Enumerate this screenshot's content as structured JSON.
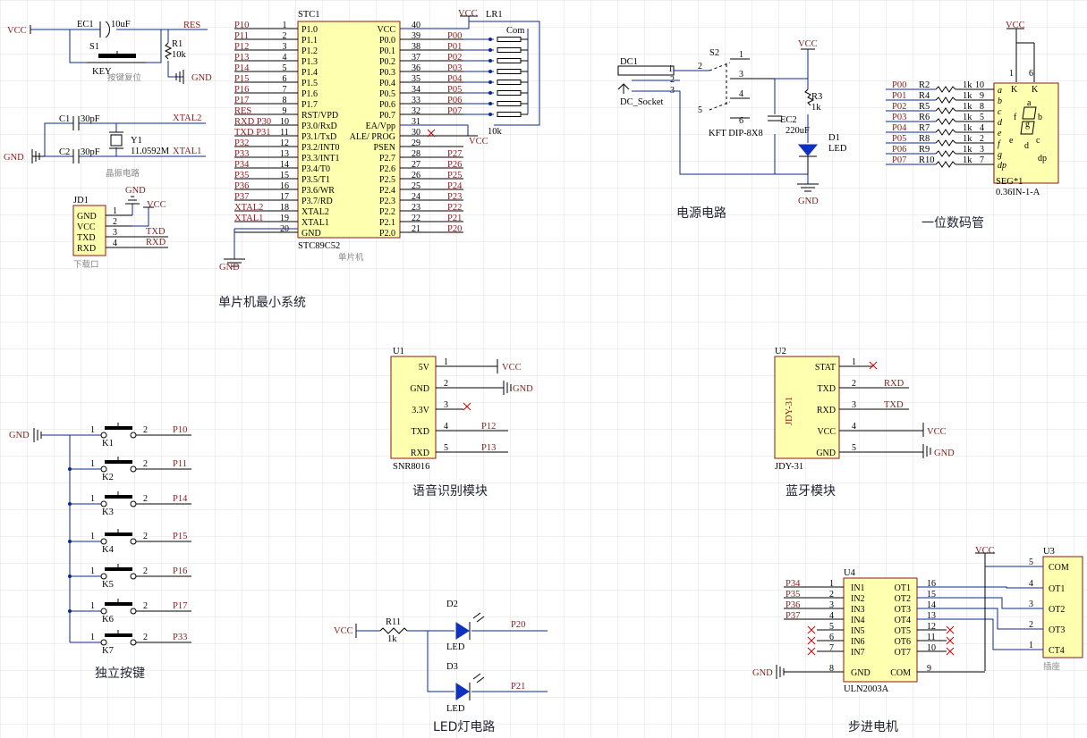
{
  "titles": {
    "mcu_system": "单片机最小系统",
    "power": "电源电路",
    "seg": "一位数码管",
    "voice": "语音识别模块",
    "bt": "蓝牙模块",
    "keys": "独立按键",
    "led": "LED灯电路",
    "stepper": "步进电机"
  },
  "reset": {
    "ec1": "EC1",
    "ec1_val": "10uF",
    "s1": "S1",
    "key": "KEY",
    "r1": "R1",
    "r1_val": "10k",
    "net_res": "RES",
    "caption": "按键复位",
    "vcc": "VCC",
    "gnd": "GND"
  },
  "crystal": {
    "c1": "C1",
    "c1_val": "30pF",
    "c2": "C2",
    "c2_val": "30pF",
    "y1": "Y1",
    "y1_val": "11.0592M",
    "xtal2": "XTAL2",
    "xtal1": "XTAL1",
    "gnd": "GND",
    "caption": "晶振电路"
  },
  "jd1": {
    "ref": "JD1",
    "pins": [
      "GND",
      "VCC",
      "TXD",
      "RXD"
    ],
    "nums": [
      "1",
      "2",
      "3",
      "4"
    ],
    "nets": [
      "TXD",
      "RXD"
    ],
    "gnd": "GND",
    "vcc": "VCC",
    "caption": "下载口"
  },
  "mcu": {
    "ref": "STC1",
    "part": "STC89C52",
    "caption": "单片机",
    "left_nets": [
      "P10",
      "P11",
      "P12",
      "P13",
      "P14",
      "P15",
      "P16",
      "P17",
      "RES",
      "RXD P30",
      "TXD P31",
      "P32",
      "P33",
      "P34",
      "P35",
      "P36",
      "P37",
      "XTAL2",
      "XTAL1"
    ],
    "left_pins": [
      "P1.0",
      "P1.1",
      "P1.2",
      "P1.3",
      "P1.4",
      "P1.5",
      "P1.6",
      "P1.7",
      "RST/VPD",
      "P3.0/RxD",
      "P3.1/TxD",
      "P3.2/INT0",
      "P3.3/INT1",
      "P3.4/T0",
      "P3.5/T1",
      "P3.6/WR",
      "P3.7/RD",
      "XTAL2",
      "XTAL1",
      "GND"
    ],
    "left_nums": [
      "1",
      "2",
      "3",
      "4",
      "5",
      "6",
      "7",
      "8",
      "9",
      "10",
      "11",
      "12",
      "13",
      "14",
      "15",
      "16",
      "17",
      "18",
      "19",
      "20"
    ],
    "right_pins": [
      "VCC",
      "P0.0",
      "P0.1",
      "P0.2",
      "P0.3",
      "P0.4",
      "P0.5",
      "P0.6",
      "P0.7",
      "",
      "EA/Vpp",
      "ALE/ PROG",
      "PSEN",
      "P2.7",
      "P2.6",
      "P2.5",
      "P2.4",
      "P2.3",
      "P2.2",
      "P2.1",
      "P2.0"
    ],
    "right_nums": [
      "40",
      "39",
      "38",
      "37",
      "36",
      "35",
      "34",
      "33",
      "32",
      "31",
      "",
      "30",
      "29",
      "28",
      "27",
      "26",
      "25",
      "24",
      "23",
      "22",
      "21"
    ],
    "right_nets": [
      "P00",
      "P01",
      "P02",
      "P03",
      "P04",
      "P05",
      "P06",
      "P07",
      "",
      "",
      "",
      "",
      "P27",
      "P26",
      "P25",
      "P24",
      "P23",
      "P22",
      "P21",
      "P20"
    ],
    "gnd": "GND",
    "vcc": "VCC",
    "lr1": "LR1",
    "com": "Com",
    "lr_val": "10k"
  },
  "power": {
    "dc1": "DC1",
    "dc_socket": "DC_Socket",
    "s2": "S2",
    "s2_part": "KFT DIP-8X8",
    "ec2": "EC2",
    "ec2_val": "220uF",
    "r3": "R3",
    "r3_val": "1k",
    "d1": "D1",
    "d1_val": "LED",
    "vcc": "VCC",
    "gnd": "GND",
    "sw_nums": [
      "1",
      "2",
      "3",
      "4",
      "5",
      "6"
    ],
    "dc_nums": [
      "1",
      "2",
      "3"
    ]
  },
  "seg": {
    "ref": "SEG*1",
    "part": "0.36IN-1-A",
    "vcc": "VCC",
    "nets": [
      "P00",
      "P01",
      "P02",
      "P03",
      "P04",
      "P05",
      "P06",
      "P07"
    ],
    "res": [
      "R2",
      "R4",
      "R5",
      "R6",
      "R7",
      "R8",
      "R9",
      "R10"
    ],
    "val": "1k",
    "pin_nums": [
      "10",
      "9",
      "8",
      "5",
      "4",
      "2",
      "3",
      "7"
    ],
    "segs": [
      "a",
      "b",
      "c",
      "d",
      "e",
      "f",
      "g",
      "dp"
    ],
    "k": "K",
    "top_nums": [
      "1",
      "6"
    ]
  },
  "voice": {
    "ref": "U1",
    "part": "SNR8016",
    "pins": [
      "5V",
      "GND",
      "3.3V",
      "TXD",
      "RXD"
    ],
    "nums": [
      "1",
      "2",
      "3",
      "4",
      "5"
    ],
    "nets": [
      "VCC",
      "GND",
      "",
      "P12",
      "P13"
    ]
  },
  "bt": {
    "ref": "U2",
    "part": "JDY-31",
    "side": "JDY-31",
    "pins": [
      "STAT",
      "TXD",
      "RXD",
      "VCC",
      "GND"
    ],
    "nums": [
      "1",
      "2",
      "3",
      "4",
      "5"
    ],
    "nets": [
      "",
      "RXD",
      "TXD",
      "VCC",
      "GND"
    ]
  },
  "keys": {
    "gnd": "GND",
    "refs": [
      "K1",
      "K2",
      "K3",
      "K4",
      "K5",
      "K6",
      "K7"
    ],
    "nets": [
      "P10",
      "P11",
      "P14",
      "P15",
      "P16",
      "P17",
      "P33"
    ],
    "n1": "1",
    "n2": "2"
  },
  "leds": {
    "vcc": "VCC",
    "r11": "R11",
    "r11_val": "1k",
    "d2": "D2",
    "d3": "D3",
    "led": "LED",
    "nets": [
      "P20",
      "P21"
    ]
  },
  "stepper": {
    "u4": "U4",
    "u4_part": "ULN2003A",
    "u3": "U3",
    "u3_part": "插座",
    "vcc": "VCC",
    "gnd": "GND",
    "in_nets": [
      "P34",
      "P35",
      "P36",
      "P37"
    ],
    "in_pins": [
      "IN1",
      "IN2",
      "IN3",
      "IN4",
      "IN5",
      "IN6",
      "IN7",
      "GND"
    ],
    "in_nums": [
      "1",
      "2",
      "3",
      "4",
      "5",
      "6",
      "7",
      "8"
    ],
    "out_pins": [
      "OT1",
      "OT2",
      "OT3",
      "OT4",
      "OT5",
      "OT6",
      "OT7",
      "COM"
    ],
    "out_nums": [
      "16",
      "15",
      "14",
      "13",
      "12",
      "11",
      "10",
      "9"
    ],
    "plug_pins": [
      "COM",
      "OT1",
      "OT2",
      "OT3",
      "CT4"
    ],
    "plug_nums": [
      "5",
      "4",
      "3",
      "2",
      "1"
    ]
  }
}
